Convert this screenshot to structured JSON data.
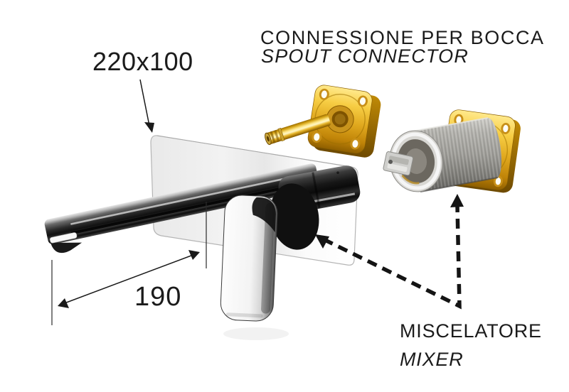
{
  "diagram": {
    "title_label": {
      "line1": "CONNESSIONE PER BOCCA",
      "line2": "SPOUT CONNECTOR"
    },
    "mixer_label": {
      "line1": "MISCELATORE",
      "line2": "MIXER"
    },
    "dimensions": {
      "plate_size": "220x100",
      "spout_length": "190"
    },
    "colors": {
      "background": "#FFFFFF",
      "line_ink": "#1A1A1A",
      "brass_gold": "#E0A81E",
      "brass_highlight": "#FFE98C",
      "brass_shadow": "#8F5F00",
      "chrome_dark": "#141414",
      "chrome_light": "#F4F4F4",
      "steel_gray": "#A09F9A",
      "plate_gray": "#EFEFEF"
    }
  }
}
